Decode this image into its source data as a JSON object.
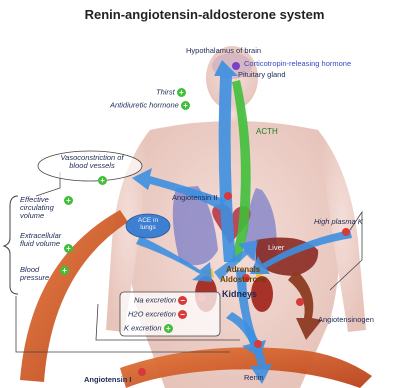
{
  "title": "Renin-angiotensin-aldosterone system",
  "labels": {
    "hypothalamus": "Hypothalamus of brain",
    "corticotropin": "Corticotropin-releasing hormone",
    "pituitary": "Pituitary gland",
    "thirst": "Thirst",
    "antidiuretic": "Antidiuretic hormone",
    "acth": "ACTH",
    "vasoconstriction": "Vasoconstriction of blood vessels",
    "effective_volume": "Effective circulating volume",
    "ecf_volume": "Extracellular fluid volume",
    "blood_pressure": "Blood pressure",
    "angiotensin_ii": "Angiotensin II",
    "ace": "ACE in lungs",
    "high_plasma_k": "High plasma K",
    "liver": "Liver",
    "adrenals": "Adrenals",
    "aldosterone": "Aldosterone",
    "kidneys": "Kidneys",
    "na_excretion": "Na excretion",
    "h2o_excretion": "H2O excretion",
    "k_excretion": "K excretion",
    "angiotensinogen": "Angiotensinogen",
    "renin": "Renin",
    "angiotensin_i": "Angiotensin I"
  },
  "colors": {
    "title": "#222222",
    "blue_arrow": "#3d8fe0",
    "green_arrow": "#3fbf3a",
    "orange_arrow": "#d2541c",
    "body": "#e8c9c0",
    "stimulate_marker": "#3fbf3a",
    "inhibit_marker": "#d63a3a"
  }
}
